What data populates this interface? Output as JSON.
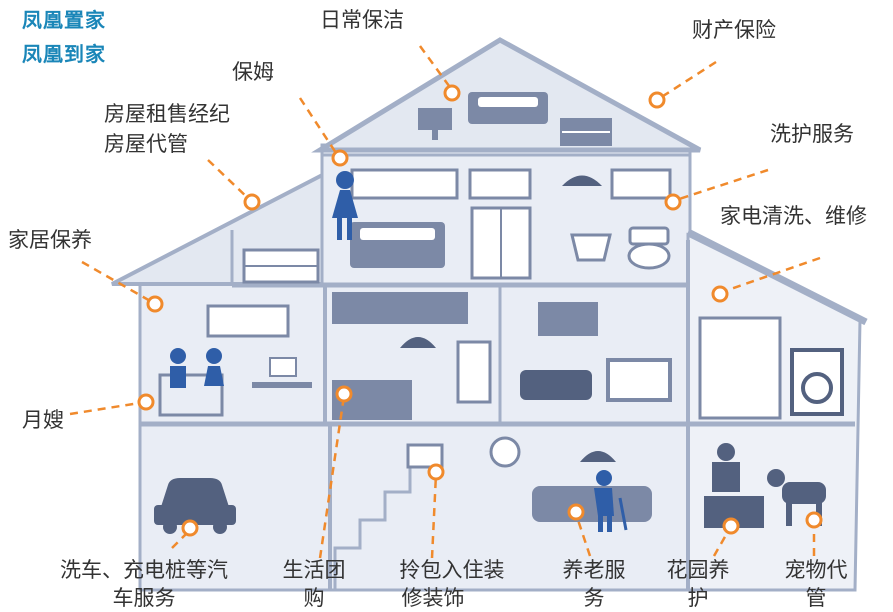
{
  "brand": {
    "line1": "凤凰置家",
    "line2": "凤凰到家"
  },
  "services": {
    "daily_cleaning": "日常保洁",
    "property_insurance": "财产保险",
    "nanny": "保姆",
    "rental_broker_1": "房屋租售经纪",
    "rental_broker_2": "房屋代管",
    "laundry": "洗护服务",
    "appliance_cleaning": "家电清洗、维修",
    "home_maintenance": "家居保养",
    "maternity_nurse": "月嫂",
    "car_wash_1": "洗车、充电桩等汽",
    "car_wash_2": "车服务",
    "group_buying_1": "生活团",
    "group_buying_2": "购",
    "renovation_1": "拎包入住装",
    "renovation_2": "修装饰",
    "elderly_care_1": "养老服",
    "elderly_care_2": "务",
    "garden_care_1": "花园养",
    "garden_care_2": "护",
    "pet_care_1": "宠物代",
    "pet_care_2": "管"
  },
  "colors": {
    "accent_orange": "#f08a2c",
    "brand_blue": "#1a86b8",
    "house_fill": "#e9edf5",
    "house_stroke": "#a3afc7",
    "icon_dark": "#53617f",
    "icon_mid": "#7c89a6",
    "figure_blue": "#2f5ea8"
  }
}
